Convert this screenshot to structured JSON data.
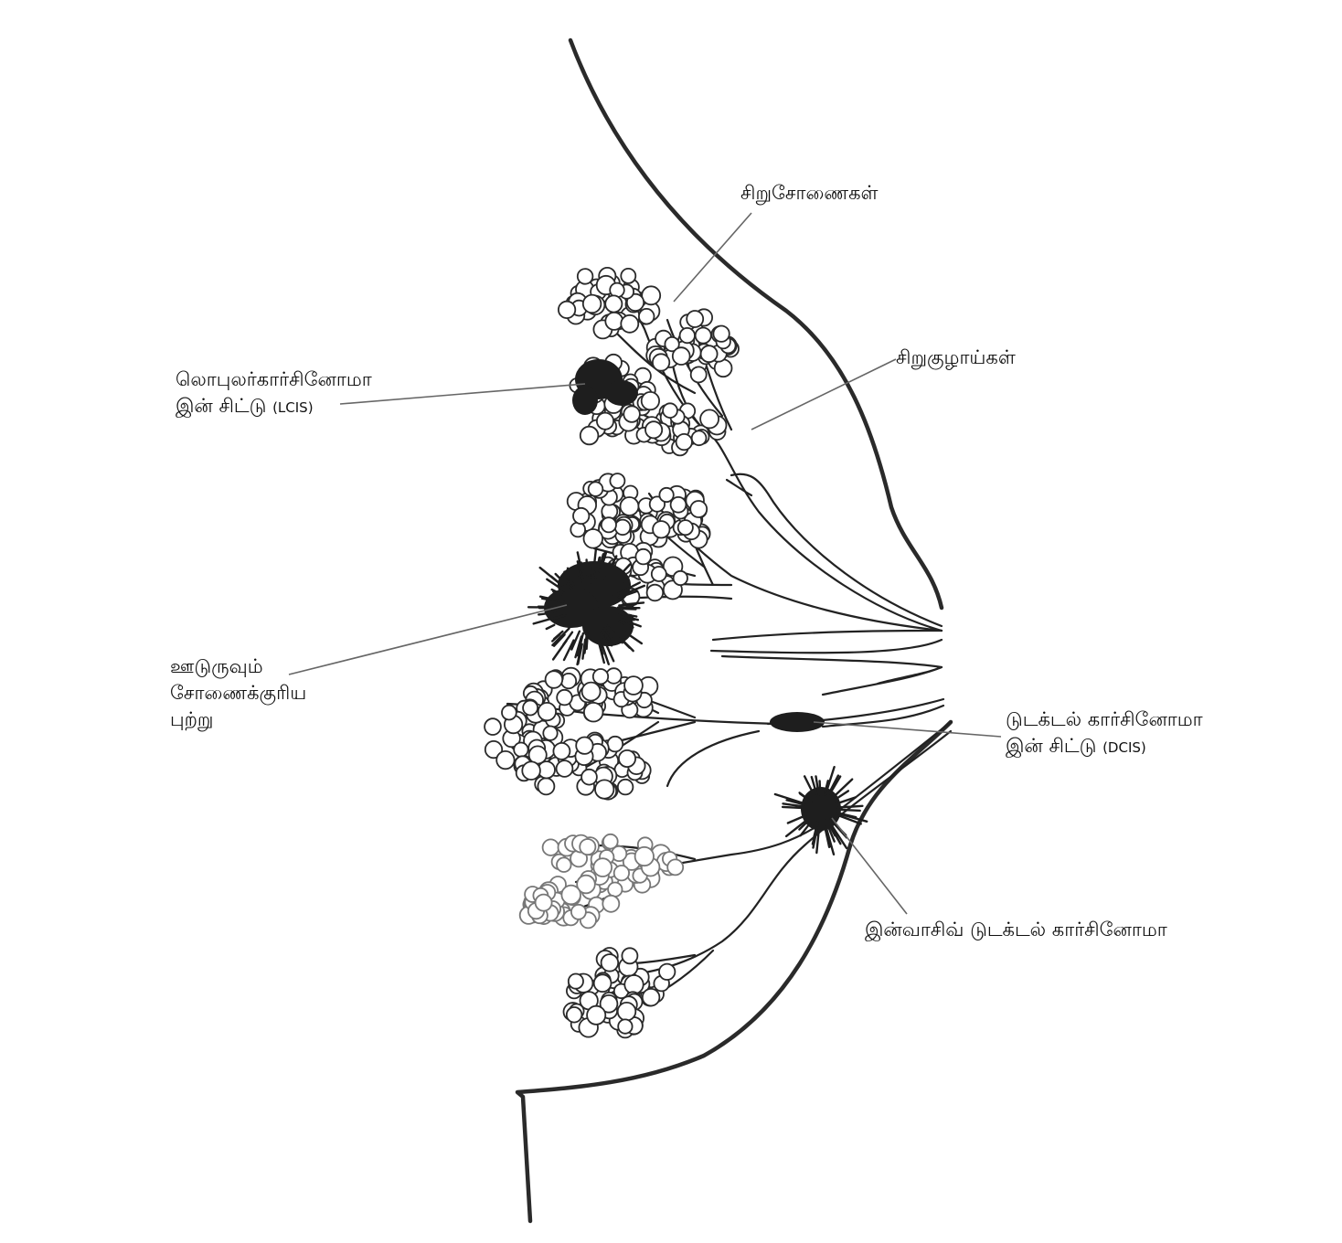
{
  "labels": {
    "lobules": "சிறுசோணைகள்",
    "ductules": "சிறுகுழாய்கள்",
    "lcis_line1": "லொபுலர்கார்சினோமா",
    "lcis_line2": "இன் சிட்டு",
    "lcis_abbr": "(LCIS)",
    "ilc_line1": "ஊடுருவும்",
    "ilc_line2": "சோணைக்குரிய",
    "ilc_line3": "புற்று",
    "dcis_line1": "டுடக்டல் கார்சினோமா",
    "dcis_line2": "இன் சிட்டு",
    "dcis_abbr": "(DCIS)",
    "idc": "இன்வாசிவ்  டுடக்டல் கார்சினோமா"
  }
}
